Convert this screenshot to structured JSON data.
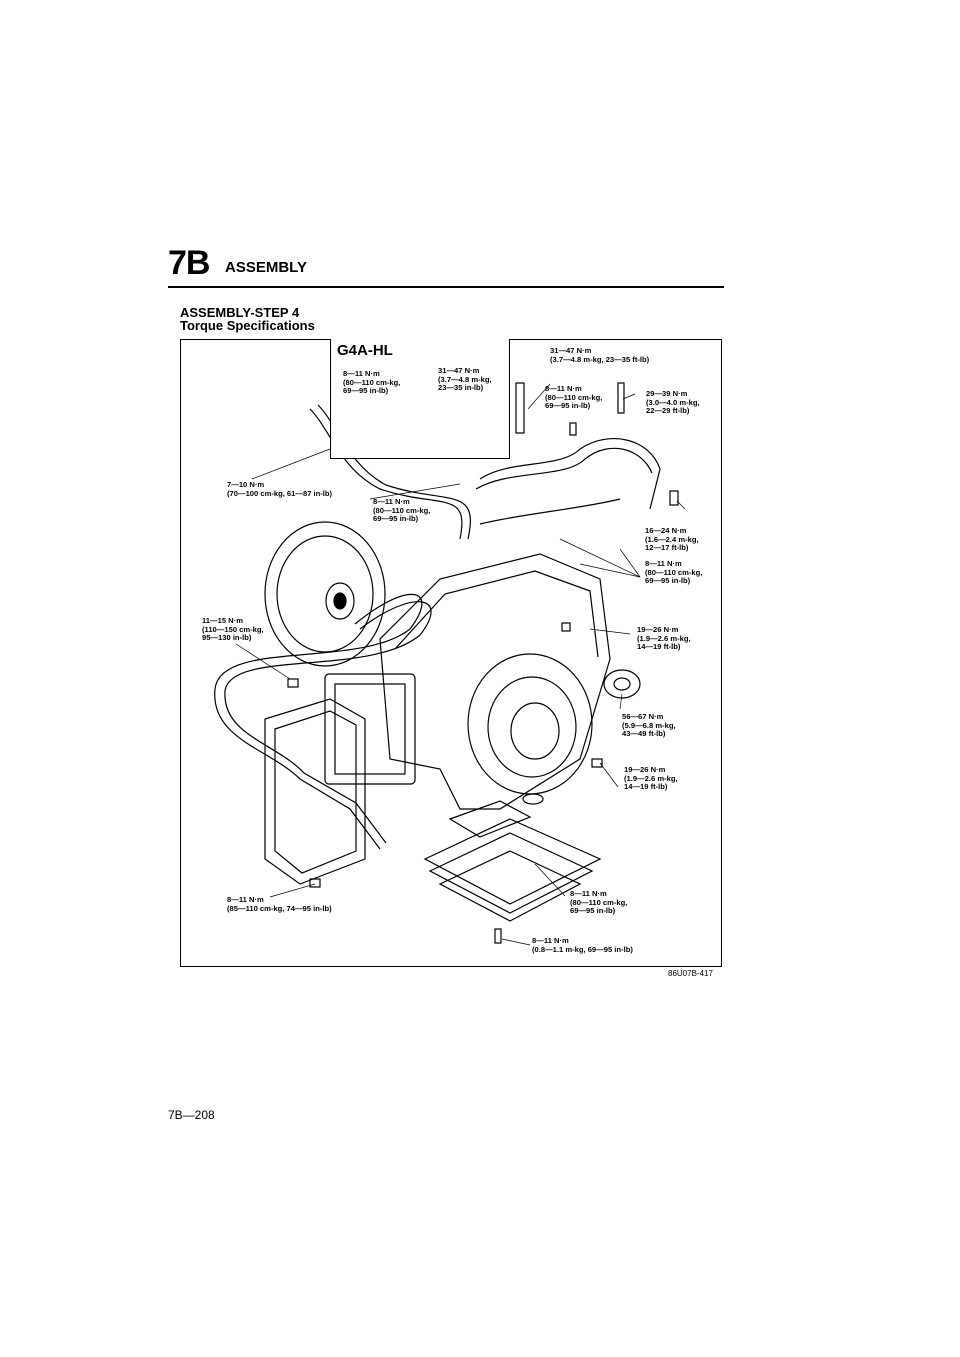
{
  "header": {
    "section_number": "7B",
    "section_title": "ASSEMBLY"
  },
  "section": {
    "title": "ASSEMBLY-STEP 4",
    "subtitle": "Torque Specifications"
  },
  "inset": {
    "model": "G4A-HL"
  },
  "callouts": {
    "c01": "8—11 N·m\n(80—110 cm-kg,\n69—95 in-lb)",
    "c02": "31—47 N·m\n(3.7—4.8 m-kg,\n23—35 in-lb)",
    "c03": "31—47 N·m\n(3.7—4.8 m-kg, 23—35 ft-lb)",
    "c04": "8—11 N·m\n(80—110 cm-kg,\n69—95 in-lb)",
    "c05": "29—39 N·m\n(3.0—4.0 m-kg,\n22—29 ft-lb)",
    "c06": "7—10 N·m\n(70—100 cm-kg, 61—87 in-lb)",
    "c07": "8—11 N·m\n(80—110 cm-kg,\n69—95 in-lb)",
    "c08": "16—24 N·m\n(1.6—2.4 m-kg,\n12—17 ft-lb)",
    "c09": "8—11 N·m\n(80—110 cm-kg,\n69—95 in-lb)",
    "c10": "11—15 N·m\n(110—150 cm-kg,\n95—130 in-lb)",
    "c11": "19—26 N·m\n(1.9—2.6 m-kg,\n14—19 ft-lb)",
    "c12": "56—67 N·m\n(5.9—6.8 m-kg,\n43—49 ft-lb)",
    "c13": "19—26 N·m\n(1.9—2.6 m-kg,\n14—19 ft-lb)",
    "c14": "8—11 N·m\n(85—110 cm-kg, 74—95 in-lb)",
    "c15": "8—11 N·m\n(80—110 cm-kg,\n69—95 in-lb)",
    "c16": "8—11 N·m\n(0.8—1.1 m-kg, 69—95 in-lb)"
  },
  "figure_code": "86U07B-417",
  "page_number": "7B—208"
}
